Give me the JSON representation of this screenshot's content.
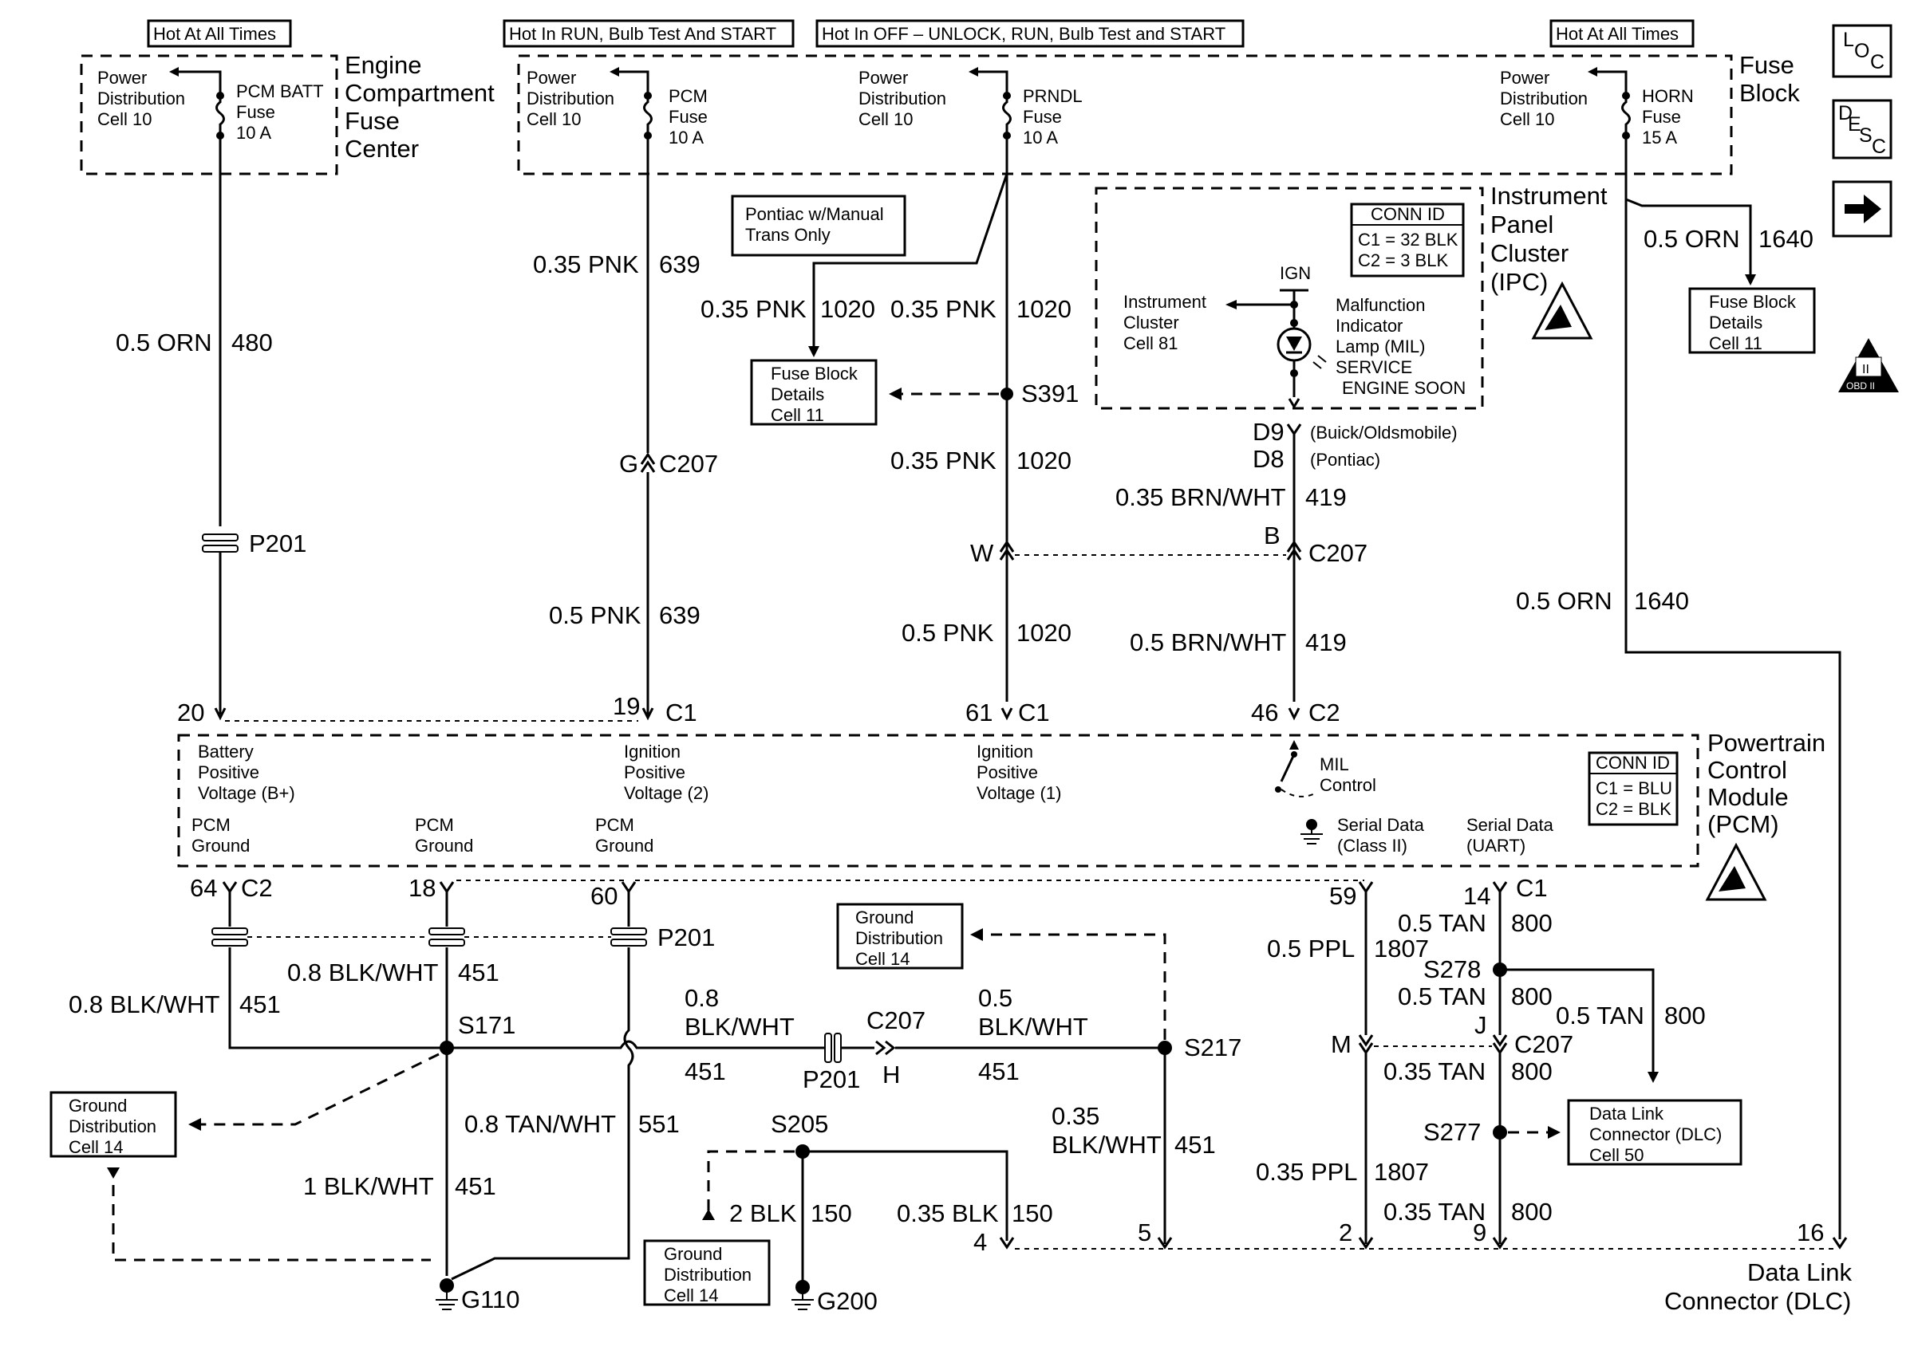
{
  "headers": {
    "hot_all_left": "Hot At All Times",
    "hot_run": "Hot In RUN, Bulb Test And START",
    "hot_off": "Hot In OFF – UNLOCK, RUN, Bulb Test and START",
    "hot_all_right": "Hot At All Times"
  },
  "engine_fuse": {
    "pd": [
      "Power",
      "Distribution",
      "Cell 10"
    ],
    "fuse": [
      "PCM BATT",
      "Fuse",
      "10 A"
    ],
    "title": [
      "Engine",
      "Compartment",
      "Fuse",
      "Center"
    ]
  },
  "fuse_block": {
    "pd1": [
      "Power",
      "Distribution",
      "Cell 10"
    ],
    "pcm_fuse": [
      "PCM",
      "Fuse",
      "10 A"
    ],
    "pd2": [
      "Power",
      "Distribution",
      "Cell 10"
    ],
    "prndl_fuse": [
      "PRNDL",
      "Fuse",
      "10 A"
    ],
    "pd3": [
      "Power",
      "Distribution",
      "Cell 10"
    ],
    "horn_fuse": [
      "HORN",
      "Fuse",
      "15 A"
    ],
    "title": [
      "Fuse",
      "Block"
    ]
  },
  "icons": {
    "loc": "LOC",
    "desc": "DESC",
    "arrow": "right-arrow",
    "obd": "OBD II",
    "esd": "esd-warning"
  },
  "pontiac_box": [
    "Pontiac w/Manual",
    "Trans Only"
  ],
  "fuse_block_details_1": [
    "Fuse Block",
    "Details",
    "Cell 11"
  ],
  "fuse_block_details_2": [
    "Fuse Block",
    "Details",
    "Cell 11"
  ],
  "ipc": {
    "title": [
      "Instrument",
      "Panel",
      "Cluster",
      "(IPC)"
    ],
    "conn_title": "CONN ID",
    "conn_rows": [
      "C1 = 32 BLK",
      "C2 = 3 BLK"
    ],
    "ign": "IGN",
    "inst": [
      "Instrument",
      "Cluster",
      "Cell 81"
    ],
    "mil": [
      "Malfunction",
      "Indicator",
      "Lamp (MIL)",
      "SERVICE",
      "ENGINE SOON"
    ],
    "d9": "D9",
    "d8": "D8",
    "buick": "(Buick/Oldsmobile)",
    "pontiac": "(Pontiac)"
  },
  "wires": {
    "w480_size": "0.5 ORN",
    "w480_num": "480",
    "w639a_size": "0.35 PNK",
    "w639a_num": "639",
    "w1020a_size": "0.35 PNK",
    "w1020a_num": "1020",
    "w1020b_size": "0.35 PNK",
    "w1020b_num": "1020",
    "w1020c_size": "0.35 PNK",
    "w1020c_num": "1020",
    "w639b_size": "0.5 PNK",
    "w639b_num": "639",
    "w1020d_size": "0.5 PNK",
    "w1020d_num": "1020",
    "w419a_size": "0.35 BRN/WHT",
    "w419a_num": "419",
    "w419b_size": "0.5 BRN/WHT",
    "w419b_num": "419",
    "w1640a_size": "0.5 ORN",
    "w1640a_num": "1640",
    "w1640b_size": "0.5 ORN",
    "w1640b_num": "1640",
    "w451a_size": "0.8 BLK/WHT",
    "w451a_num": "451",
    "w451b_size": "0.8 BLK/WHT",
    "w451b_num": "451",
    "w451c_size": [
      "0.8",
      "BLK/WHT"
    ],
    "w451c_num": "451",
    "w451d_size": [
      "0.5",
      "BLK/WHT"
    ],
    "w451d_num": "451",
    "w451e_size": [
      "0.35",
      "BLK/WHT"
    ],
    "w451e_num": "451",
    "w451f_size": "1 BLK/WHT",
    "w451f_num": "451",
    "w551_size": "0.8 TAN/WHT",
    "w551_num": "551",
    "w150a_size": "2 BLK",
    "w150a_num": "150",
    "w150b_size": "0.35 BLK",
    "w150b_num": "150",
    "w1807a_size": "0.5 PPL",
    "w1807a_num": "1807",
    "w1807b_size": "0.35 PPL",
    "w1807b_num": "1807",
    "w800a_size": "0.5 TAN",
    "w800a_num": "800",
    "w800b_size": "0.5 TAN",
    "w800b_num": "800",
    "w800c_size": "0.5 TAN",
    "w800c_num": "800",
    "w800d_size": "0.35 TAN",
    "w800d_num": "800",
    "w800e_size": "0.35 TAN",
    "w800e_num": "800"
  },
  "connectors": {
    "p201": "P201",
    "p201b": "P201",
    "p201c": "P201",
    "g": "G",
    "c207": "C207",
    "s391": "S391",
    "w": "W",
    "b": "B",
    "c207b": "C207",
    "pin20": "20",
    "pin19": "19",
    "c1a": "C1",
    "pin61": "61",
    "c1b": "C1",
    "pin46": "46",
    "c2a": "C2",
    "pin64": "64",
    "c2b": "C2",
    "pin18": "18",
    "pin60": "60",
    "pin59": "59",
    "pin14": "14",
    "c1c": "C1",
    "s171": "S171",
    "s217": "S217",
    "c207c": "C207",
    "h": "H",
    "s205": "S205",
    "g110": "G110",
    "g200": "G200",
    "s278": "S278",
    "j": "J",
    "m": "M",
    "c207d": "C207",
    "s277": "S277",
    "pin4": "4",
    "pin5": "5",
    "pin2": "2",
    "pin9": "9",
    "pin16": "16"
  },
  "pcm": {
    "title": [
      "Powertrain",
      "Control",
      "Module",
      "(PCM)"
    ],
    "bat": [
      "Battery",
      "Positive",
      "Voltage (B+)"
    ],
    "ign2": [
      "Ignition",
      "Positive",
      "Voltage (2)"
    ],
    "ign1": [
      "Ignition",
      "Positive",
      "Voltage (1)"
    ],
    "mil": [
      "MIL",
      "Control"
    ],
    "serial2": [
      "Serial Data",
      "(Class II)"
    ],
    "uart": [
      "Serial Data",
      "(UART)"
    ],
    "gnd1": [
      "PCM",
      "Ground"
    ],
    "gnd2": [
      "PCM",
      "Ground"
    ],
    "gnd3": [
      "PCM",
      "Ground"
    ],
    "conn_title": "CONN ID",
    "conn_rows": [
      "C1 = BLU",
      "C2 = BLK"
    ]
  },
  "ground_dist_1": [
    "Ground",
    "Distribution",
    "Cell 14"
  ],
  "ground_dist_2": [
    "Ground",
    "Distribution",
    "Cell 14"
  ],
  "ground_dist_3": [
    "Ground",
    "Distribution",
    "Cell 14"
  ],
  "dlc_box": [
    "Data Link",
    "Connector (DLC)",
    "Cell 50"
  ],
  "dlc_title": [
    "Data Link",
    "Connector (DLC)"
  ]
}
